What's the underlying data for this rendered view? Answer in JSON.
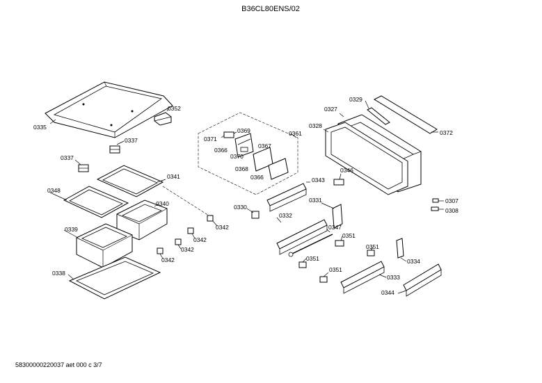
{
  "title": "B36CL80ENS/02",
  "footer": "58300000220037 aet 000 c 3/7",
  "callouts": {
    "c0329": "0329",
    "c0327": "0327",
    "c0372": "0372",
    "c0328": "0328",
    "c0335": "0335",
    "c0352": "0352",
    "c0361": "0361",
    "c0369": "0369",
    "c0371": "0371",
    "c0367": "0367",
    "c0366a": "0366",
    "c0370": "0370",
    "c0368": "0368",
    "c0366b": "0366",
    "c0337a": "0337",
    "c0337b": "0337",
    "c0341": "0341",
    "c0346": "0346",
    "c0343": "0343",
    "c0348": "0348",
    "c0340": "0340",
    "c0331": "0331",
    "c0307": "0307",
    "c0330": "0330",
    "c0308": "0308",
    "c0342a": "0342",
    "c0332": "0332",
    "c0347": "0347",
    "c0339": "0339",
    "c0342b": "0342",
    "c0342c": "0342",
    "c0351a": "0351",
    "c0351b": "0351",
    "c0351c": "0351",
    "c0351d": "0351",
    "c0334": "0334",
    "c0338": "0338",
    "c0333": "0333",
    "c0344": "0344"
  }
}
